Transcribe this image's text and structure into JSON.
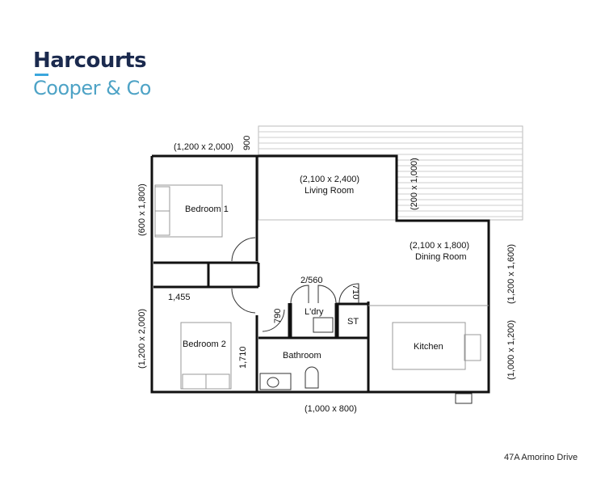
{
  "brand": {
    "name": "Harcourts",
    "office": "Cooper & Co",
    "colors": {
      "navy": "#1b2a4e",
      "accent": "#3ba7dd",
      "sub": "#4ea3c6"
    }
  },
  "rooms": {
    "bedroom1": {
      "name": "Bedroom 1"
    },
    "bedroom2": {
      "name": "Bedroom 2"
    },
    "living": {
      "name": "Living Room",
      "size": "(2,100 x 2,400)"
    },
    "dining": {
      "name": "Dining Room",
      "size": "(2,100 x 1,800)"
    },
    "laundry": {
      "name": "L'dry"
    },
    "storage": {
      "name": "ST"
    },
    "bathroom": {
      "name": "Bathroom"
    },
    "kitchen": {
      "name": "Kitchen"
    }
  },
  "dimensions": {
    "bed1_window_top": "(1,200 x 2,000)",
    "door_900": "900",
    "bed1_window_left": "(600 x 1,800)",
    "living_window_right": "(200 x 1,000)",
    "dining_window_right": "(1,200 x 1,600)",
    "kitchen_window_right": "(1,000 x 1,200)",
    "bed2_window_left": "(1,200 x 2,000)",
    "hall_1455": "1,455",
    "bed2_1710": "1,710",
    "bath_790": "790",
    "laundry_door": "2/560",
    "st_710": "710",
    "bath_window_bottom": "(1,000 x 800)"
  },
  "address": "47A Amorino Drive"
}
